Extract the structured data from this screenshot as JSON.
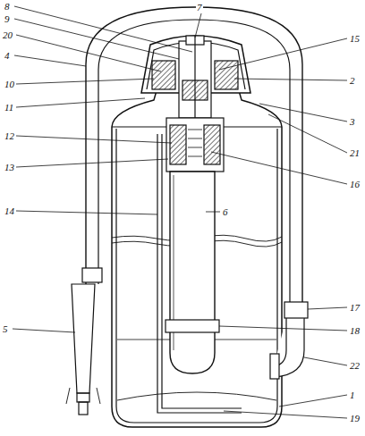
{
  "diagram": {
    "labels": [
      "8",
      "9",
      "20",
      "4",
      "10",
      "11",
      "12",
      "13",
      "14",
      "5",
      "7",
      "15",
      "2",
      "3",
      "21",
      "16",
      "6",
      "17",
      "18",
      "22",
      "1",
      "19"
    ]
  }
}
